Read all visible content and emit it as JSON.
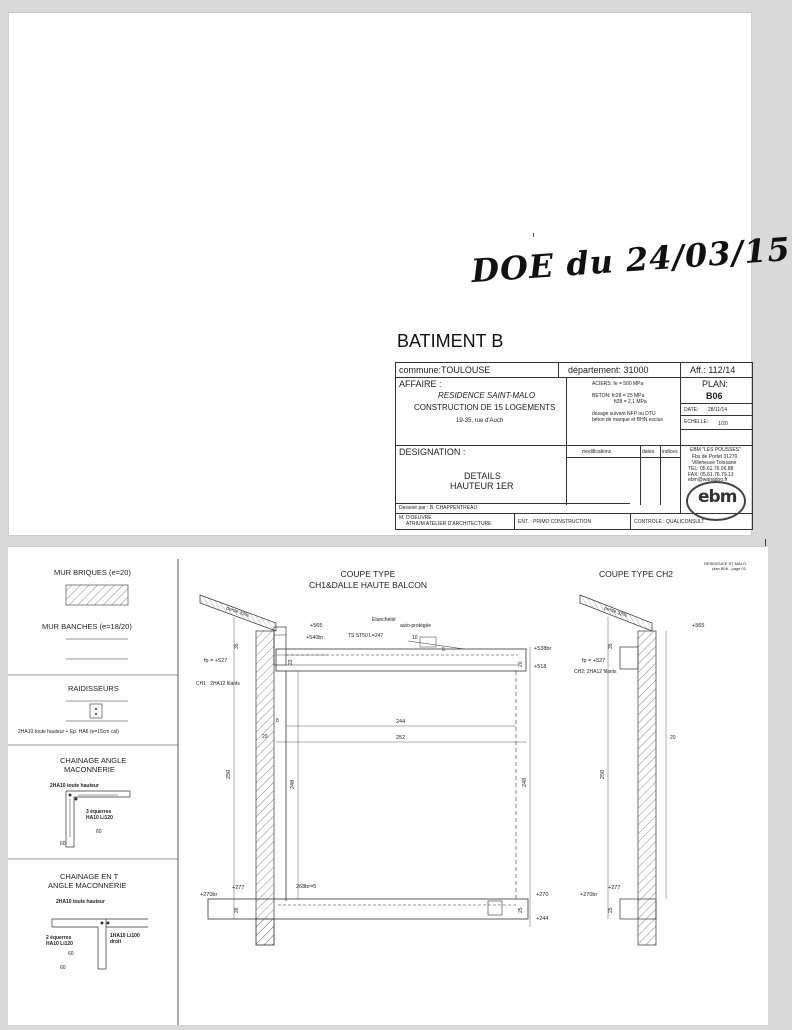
{
  "handwritten_note": "DOE du 24/03/15",
  "building_title": "BATIMENT B",
  "title_block": {
    "commune": "commune:TOULOUSE",
    "departement": "département: 31000",
    "aff": "Aff.:  112/14",
    "affaire_label": "AFFAIRE :",
    "residence": "RESIDENCE SAINT-MALO",
    "construction": "CONSTRUCTION DE 15 LOGEMENTS",
    "address": "19-35, rue d'Auch",
    "aciers": "ACIERS: fe = 500 MPa",
    "beton_1": "BETON: fc28 = 25 MPa",
    "beton_2": "ft28 = 2,1 MPa",
    "dosage_1": "dosage suivant NFP ou DTU",
    "dosage_2": "béton de marque et BHN exclus",
    "plan_label": "PLAN:",
    "plan_value": "B06",
    "date_label": "DATE:",
    "date_value": "28/11/14",
    "echelle_label": "ECHELLE:",
    "echelle_value": "1/20",
    "designation_label": "DESIGNATION :",
    "modifications": "modifications",
    "dates": "dates",
    "indices": "indices",
    "designation_1": "DETAILS",
    "designation_2": "HAUTEUR 1ER",
    "company": "EBM \"LES POUSSES\"",
    "company_addr_1": "Fbs de Portet 31270",
    "company_addr_2": "Villeneuve Tolosane",
    "company_tel": "TEL: 05.61.76.06.88",
    "company_fax": "FAX: 05.61.76.79.13",
    "company_email": "ebm@wanadoo.fr",
    "logo_text": "ebm",
    "dessine": "Dessiné par :  B. CHAPPENTREAU",
    "moa": "M. D'OEUVRE",
    "architect": "ATRIUM ATELIER D'ARCHITECTURE",
    "ent": "ENT. :  PRIMO CONSTRUCTION",
    "controle": "CONTROLE : QUALICONSULT"
  },
  "page_header": {
    "line1": "RESIDENCE ST MALO",
    "line2": "plan B06 - page 01"
  },
  "legend": {
    "mur_briques": "MUR BRIQUES (e=20)",
    "mur_banches": "MUR BANCHES (e=18/20)",
    "raidisseurs": "RAIDISSEURS",
    "raidisseurs_note": "2HA10 toute hauteur + Ep. HA6 (e=15cm cal)",
    "chainage_angle_1": "CHAINAGE ANGLE",
    "chainage_angle_2": "MACONNERIE",
    "toute_hauteur_1": "2HA10 toute hauteur",
    "equerres_1": "3 équerres",
    "equerres_2": "HA10 Li120",
    "dim_60a": "60",
    "dim_60b": "60",
    "chainage_t_1": "CHAINAGE EN T",
    "chainage_t_2": "ANGLE MACONNERIE",
    "toute_hauteur_2": "2HA10 toute hauteur",
    "equerres_3": "2 équerres",
    "equerres_4": "HA10 Li120",
    "ha10_li100": "1HA10 Li100",
    "droit": "droit",
    "dim_60c": "60",
    "dim_60d": "60"
  },
  "coupe1": {
    "title_1": "COUPE TYPE",
    "title_2": "CH1&DALLE HAUTE BALCON",
    "pente": "pente 33%",
    "lv565": "+565",
    "lv540": "+540br",
    "etancheite": "Etanchéité",
    "auto_protegee": "auto-protégée",
    "ts": "TS ST50 L=247",
    "d10": "10",
    "d5": "5",
    "d35": "35",
    "d22": "22",
    "lv538": "+538br",
    "lv518": "+518",
    "d20a": "20",
    "fp": "fp = +527",
    "ch1": "CH1 : 2HA12 filants",
    "d8": "8",
    "d244": "244",
    "d20b": "20",
    "d252": "252",
    "d250": "250",
    "d248a": "248",
    "d248b": "248",
    "lv270br": "+270br",
    "lv277": "+277",
    "hab": "268br=5",
    "lv270": "+270",
    "lv244": "+244",
    "d25": "25",
    "d26": "26"
  },
  "coupe2": {
    "title": "COUPE TYPE CH2",
    "pente": "pente 33%",
    "lv565": "+565",
    "d35": "35",
    "fp": "fp = +527",
    "ch2": "CH2: 2HA12 filants",
    "d20": "20",
    "d250": "250",
    "lv277": "+277",
    "lv270br": "+270br",
    "d25": "25"
  }
}
